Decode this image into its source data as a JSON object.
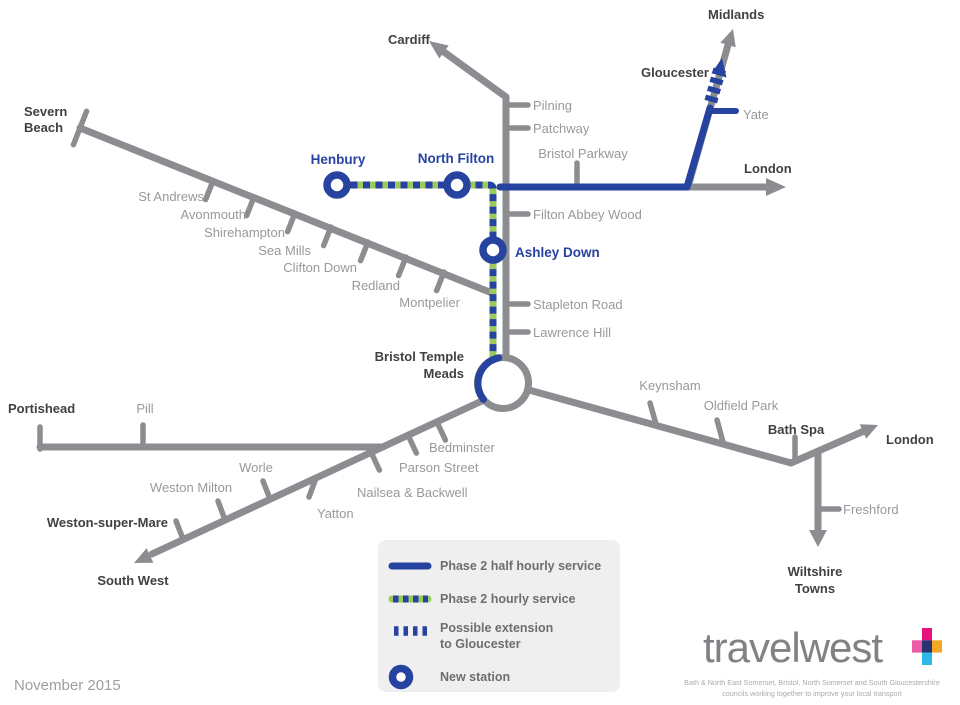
{
  "colors": {
    "blue": "#2743a0",
    "green": "#9bc95c",
    "line_gray": "#8b8d90",
    "text_dark": "#414042",
    "text_gray": "#97999c",
    "legend_bg": "#efefef",
    "legend_text": "#6d6e71",
    "logo_gray": "#808285",
    "tagline_gray": "#a8aaad",
    "date_gray": "#9b9da0",
    "plus_magenta": "#e6127d",
    "plus_pink": "#ee5ba4",
    "plus_orange": "#f7a823",
    "plus_cyan": "#2fb9e8",
    "plus_navy": "#293272"
  },
  "labels": {
    "cardiff": "Cardiff",
    "midlands": "Midlands",
    "gloucester": "Gloucester",
    "yate": "Yate",
    "london_north": "London",
    "pilning": "Pilning",
    "patchway": "Patchway",
    "bristol_parkway": "Bristol Parkway",
    "filton_abbey_wood": "Filton Abbey Wood",
    "henbury": "Henbury",
    "north_filton": "North Filton",
    "ashley_down": "Ashley Down",
    "stapleton_road": "Stapleton Road",
    "lawrence_hill": "Lawrence Hill",
    "severn_beach": [
      "Severn",
      "Beach"
    ],
    "st_andrews": "St Andrews",
    "avonmouth": "Avonmouth",
    "shirehampton": "Shirehampton",
    "sea_mills": "Sea Mills",
    "clifton_down": "Clifton Down",
    "redland": "Redland",
    "montpelier": "Montpelier",
    "bristol_temple_meads": [
      "Bristol Temple",
      "Meads"
    ],
    "portishead": "Portishead",
    "pill": "Pill",
    "bedminster": "Bedminster",
    "parson_street": "Parson Street",
    "nailsea_backwell": "Nailsea & Backwell",
    "yatton": "Yatton",
    "worle": "Worle",
    "weston_milton": "Weston Milton",
    "weston_super_mare": "Weston-super-Mare",
    "south_west": "South West",
    "keynsham": "Keynsham",
    "oldfield_park": "Oldfield Park",
    "bath_spa": "Bath Spa",
    "london_east": "London",
    "freshford": "Freshford",
    "wiltshire_towns": [
      "Wiltshire",
      "Towns"
    ]
  },
  "legend": {
    "items": [
      {
        "swatch": "phase2-half-hourly-solid-blue",
        "label": "Phase 2 half hourly service"
      },
      {
        "swatch": "phase2-hourly-green-blue-dash",
        "label": "Phase 2 hourly service"
      },
      {
        "swatch": "possible-extension-blue-dash",
        "label": [
          "Possible extension",
          "to Gloucester"
        ]
      },
      {
        "swatch": "new-station-ring",
        "label": "New station"
      }
    ]
  },
  "logo": {
    "wordmark": "travelwest",
    "tagline_line1": "Bath & North East Somerset, Bristol, North Somerset and South Gloucestershire",
    "tagline_line2": "councils working together to improve your local transport"
  },
  "footer": {
    "date": "November 2015"
  }
}
